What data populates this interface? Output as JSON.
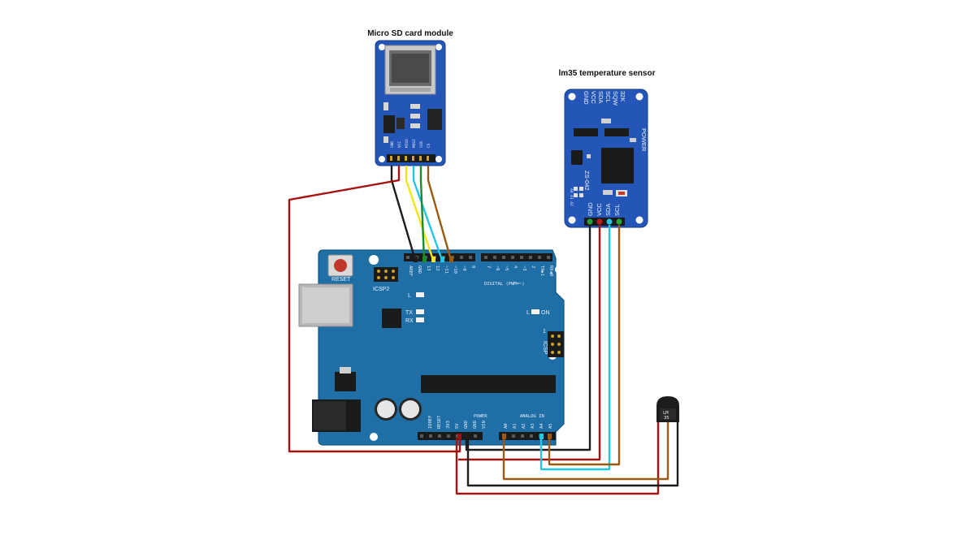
{
  "labels": {
    "sd_module_title": "Micro SD card module",
    "sensor_title": "lm35 temperature sensor"
  },
  "sd_module": {
    "pins": [
      "GND",
      "VCC",
      "MISO",
      "MOSI",
      "SCK",
      "CS"
    ]
  },
  "rtc_module": {
    "top_pins": [
      "32K",
      "SQW",
      "SCL",
      "SDA",
      "VCC",
      "GND"
    ],
    "bottom_pins": [
      "GND",
      "VCC",
      "SDA",
      "SCL"
    ],
    "model": "ZS-042",
    "power_label": "POWER",
    "addr_label": "A0 A1 A2"
  },
  "lm35": {
    "label_line1": "LM",
    "label_line2": "35"
  },
  "arduino": {
    "reset_label": "RESET",
    "icsp2_label": "ICSP2",
    "icsp_label": "ICSP",
    "icsp_num": "1",
    "digital_label": "DIGITAL (PWM=~)",
    "power_label": "POWER",
    "analog_label": "ANALOG IN",
    "led_l": "L",
    "led_tx": "TX",
    "led_rx": "RX",
    "led_on": "ON",
    "digital_pins": [
      "AREF",
      "GND",
      "13",
      "12",
      "~11",
      "~10",
      "~9",
      "8",
      "7",
      "~6",
      "~5",
      "4",
      "~3",
      "2",
      "TX▶1",
      "RX◀0"
    ],
    "power_pins": [
      "IOREF",
      "RESET",
      "3V3",
      "5V",
      "GND",
      "GND",
      "VIN"
    ],
    "analog_pins": [
      "A0",
      "A1",
      "A2",
      "A3",
      "A4",
      "A5"
    ]
  },
  "colors": {
    "board": "#1f6fa6",
    "module": "#2456b8",
    "wire_red": "#a3120f",
    "wire_black": "#1c1c1c",
    "wire_yellow": "#f2e61a",
    "wire_cyan": "#22c7e6",
    "wire_green": "#1c8c2c",
    "wire_brown": "#9a5a12"
  }
}
